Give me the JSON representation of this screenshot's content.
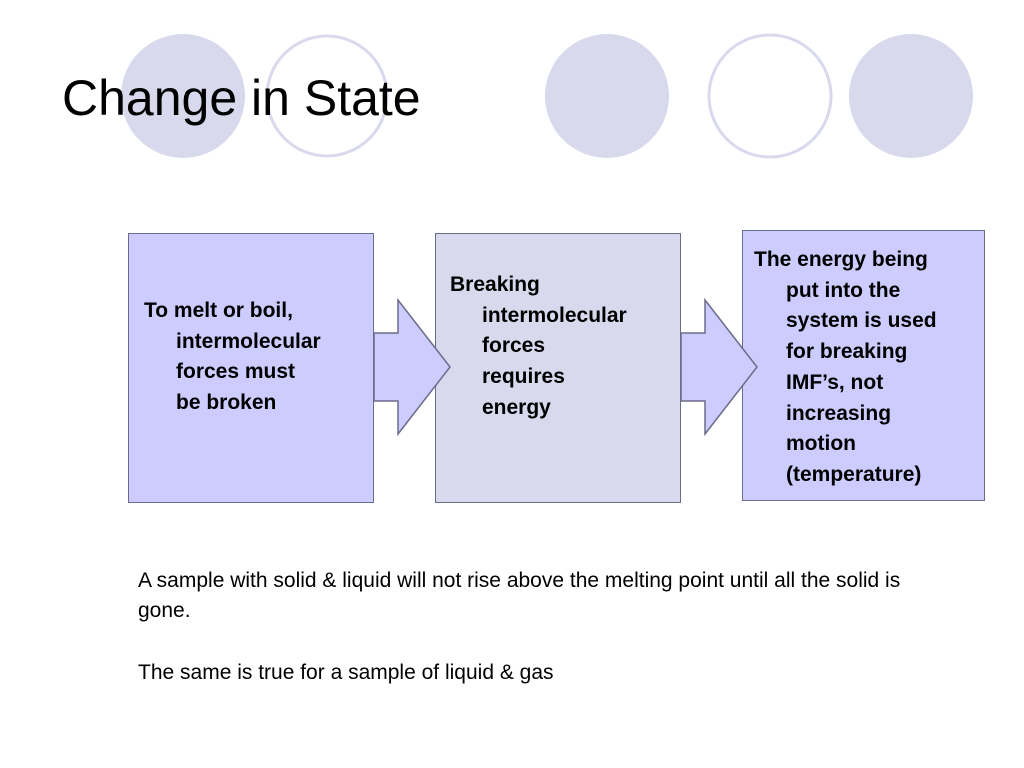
{
  "slide": {
    "title": "Change in State"
  },
  "theme": {
    "circle_fill": "#d9d9ee",
    "circle_ring": "#d9d9ee",
    "box_light": "#ccccff",
    "box_mid": "#d9d9ee",
    "box_border": "#6b6b8a",
    "arrow_fill": "#ccccff"
  },
  "flow": {
    "steps": [
      {
        "lines": [
          "To melt or boil,",
          "intermolecular",
          "forces must",
          "be broken"
        ]
      },
      {
        "lines": [
          "Breaking",
          "intermolecular",
          "forces",
          "requires",
          "energy"
        ]
      },
      {
        "lines": [
          "The energy being",
          "put into the",
          "system is used",
          "for breaking",
          "IMF’s, not",
          "increasing",
          "motion",
          "(temperature)"
        ]
      }
    ]
  },
  "notes": {
    "line_1": "A sample with solid & liquid will not rise above the melting point until all the solid is gone.",
    "line_2": "The same is true for a sample of liquid & gas"
  }
}
